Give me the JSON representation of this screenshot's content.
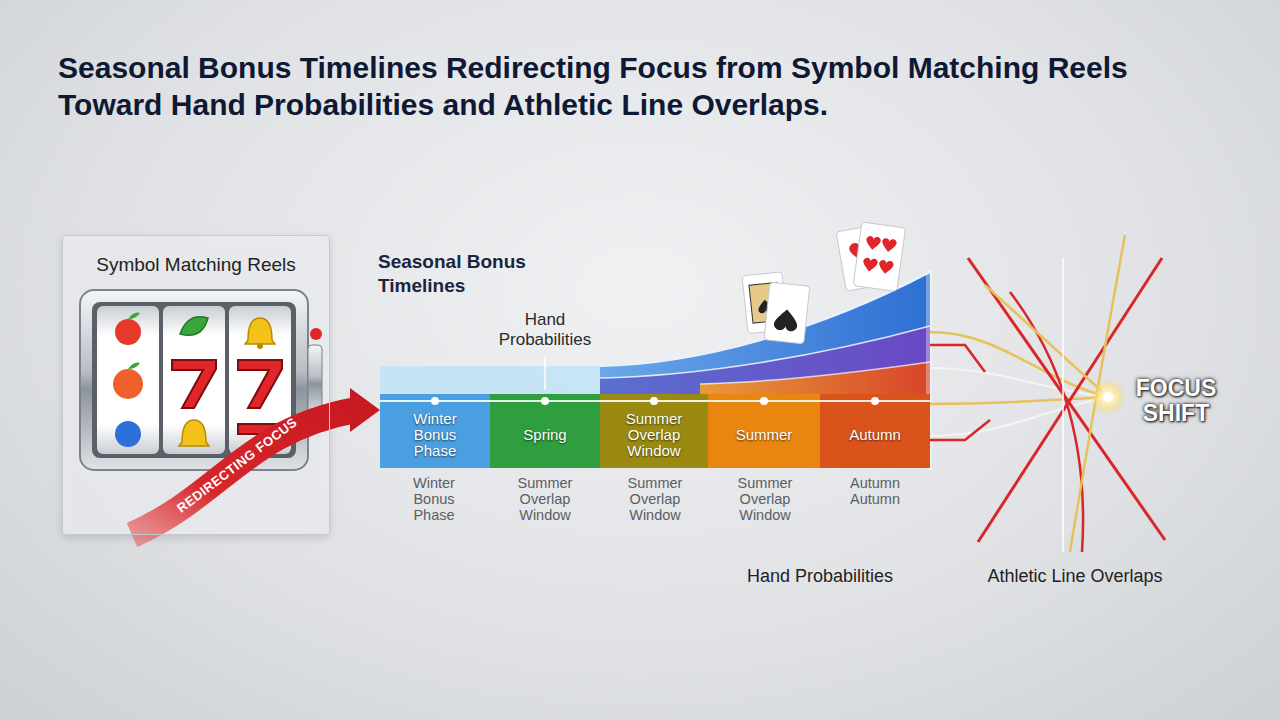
{
  "diagram": {
    "title": "Seasonal Bonus Timelines Redirecting Focus from Symbol Matching Reels Toward Hand Probabilities and Athletic Line Overlaps.",
    "nodes": [
      {
        "text": [
          "Symbol Matching Reels"
        ]
      },
      {
        "text": [
          "Winter Bonus Phase"
        ]
      },
      {
        "text": [
          "Spring"
        ]
      },
      {
        "text": [
          "Summer Overlap Window"
        ]
      },
      {
        "text": [
          "Summer"
        ]
      },
      {
        "text": [
          "Autumn"
        ]
      }
    ],
    "edges": [
      {
        "from": 0,
        "to": 1,
        "arrow": "to",
        "label": "REDIRECTING FOCUS"
      }
    ],
    "labels": [
      "Seasonal Bonus Timelines",
      "Hand Probabilities",
      "Winter Bonus Phase",
      "Summer Overlap Window",
      "Summer Overlap Window",
      "Summer Overlap Window",
      "Autumn Autumn",
      "Hand Probabilities",
      "Athletic Line Overlaps",
      "FOCUS SHIFT"
    ]
  }
}
